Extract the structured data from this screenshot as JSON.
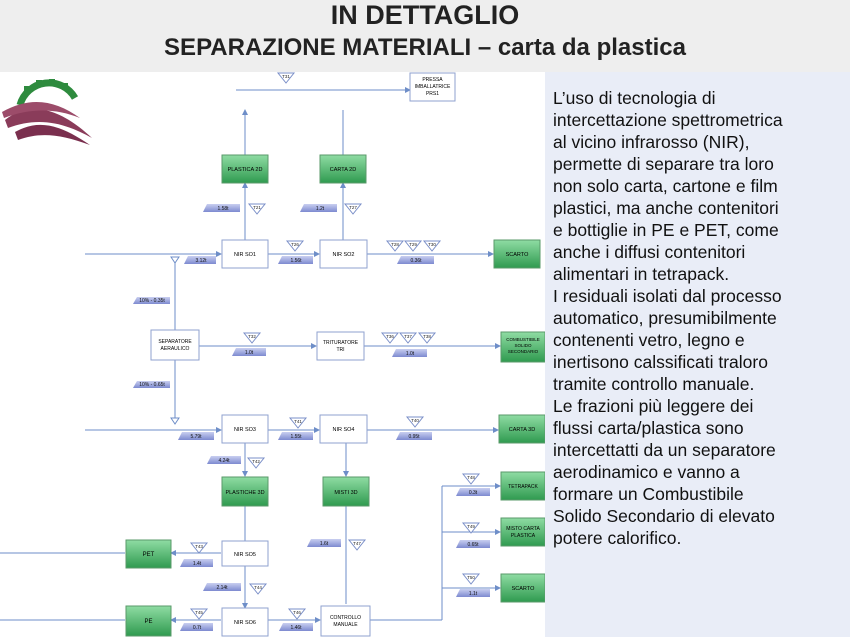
{
  "title": {
    "main": "IN DETTAGLIO",
    "sub": "SEPARAZIONE MATERIALI – carta da plastica"
  },
  "logo": {
    "icon": "gear-logo-icon"
  },
  "side_panel": {
    "lines": [
      "L’uso di tecnologia  di",
      "intercettazione spettrometrica",
      "al vicino infrarosso (NIR),",
      "permette di  separare tra loro",
      "non solo carta, cartone e film",
      "plastici, ma anche contenitori",
      "e bottiglie in PE e  PET, come",
      "anche i diffusi contenitori",
      "alimentari in tetrapack.",
      "I residuali isolati dal processo",
      "automatico, presumibilmente",
      "contenenti vetro, legno e",
      "inertisono calssificati traloro",
      "tramite controllo manuale.",
      "Le frazioni più leggere dei",
      "flussi carta/plastica sono",
      "intercettatti da un separatore",
      "aerodinamico e vanno a",
      "formare un Combustibile",
      "Solido Secondario di elevato",
      "potere calorifico."
    ]
  },
  "diagram": {
    "white_boxes": {
      "pressa": [
        "PRESSA",
        "IMBALLATRICE",
        "PRS1"
      ],
      "nir_so1": [
        "NIR SO1"
      ],
      "nir_so2": [
        "NIR SO2"
      ],
      "separatore": [
        "SEPARATORE",
        "AERAULICO"
      ],
      "trituratore": [
        "TRITURATORE",
        "TRI"
      ],
      "nir_so3": [
        "NIR SO3"
      ],
      "nir_so4": [
        "NIR SO4"
      ],
      "nir_so5": [
        "NIR SO5"
      ],
      "nir_so6": [
        "NIR SO6"
      ],
      "controllo": [
        "CONTROLLO",
        "MANUALE"
      ]
    },
    "green_boxes": {
      "plastica2d": [
        "PLASTICA 2D"
      ],
      "carta2d": [
        "CARTA 2D"
      ],
      "scarto1": [
        "SCARTO"
      ],
      "css": [
        "COMBUSTIBILE",
        "SOLIDO",
        "SECONDARIO"
      ],
      "carta3d": [
        "CARTA 3D"
      ],
      "plastiche3d": [
        "PLASTICHE 3D"
      ],
      "misti3d": [
        "MISTI 3D"
      ],
      "tetrapack": [
        "TETRAPACK"
      ],
      "misto_carta": [
        "MISTO CARTA",
        "PLASTICA"
      ],
      "scarto2": [
        "SCARTO"
      ],
      "pet": [
        "PET"
      ],
      "pe": [
        "PE"
      ]
    },
    "flow_labels": {
      "f_plastica2d": "1.58t",
      "f_carta2d": "1.2t",
      "f_in1": "3.12t",
      "f_so1_so2": "1.56t",
      "f_scarto1": "0.36t",
      "f_pct_top": "10% - 0.35t",
      "f_pct_bot": "10% - 0.65t",
      "f_sep_trit": "1.0t",
      "f_css": "1.0t",
      "f_in3": "5.79t",
      "f_so3_so4": "1.55t",
      "f_carta3d": "0.95t",
      "f_plastiche3d": "4.24t",
      "f_tetrapack": "0.3t",
      "f_misto": "0.65t",
      "f_misti": "1.6t",
      "f_pet": "1.4t",
      "f_so5_so6": "2.14t",
      "f_scarto2": "1.1t",
      "f_pe": "0.7t",
      "f_controllo": "1.46t"
    },
    "tags": {
      "T31": "T31",
      "T21": "T21",
      "T27": "T27",
      "T26": "T26",
      "T28": "T28",
      "T29": "T29",
      "T30": "T30",
      "T32": "T32",
      "T36": "T36",
      "T37": "T37",
      "T38": "T38",
      "T41": "T41",
      "T40": "T40",
      "T42": "T42",
      "T48": "T48",
      "T49": "T49",
      "T47": "T47",
      "T43": "T43",
      "T44": "T44",
      "T45": "T45",
      "T46": "T46",
      "T50": "T50"
    }
  },
  "colors": {
    "green_box": "#3aa65a",
    "label_fill": "#8e9ad6",
    "line": "#6e8ec8",
    "side_panel": "#e9edf7",
    "title_bg": "#eeeeee"
  }
}
